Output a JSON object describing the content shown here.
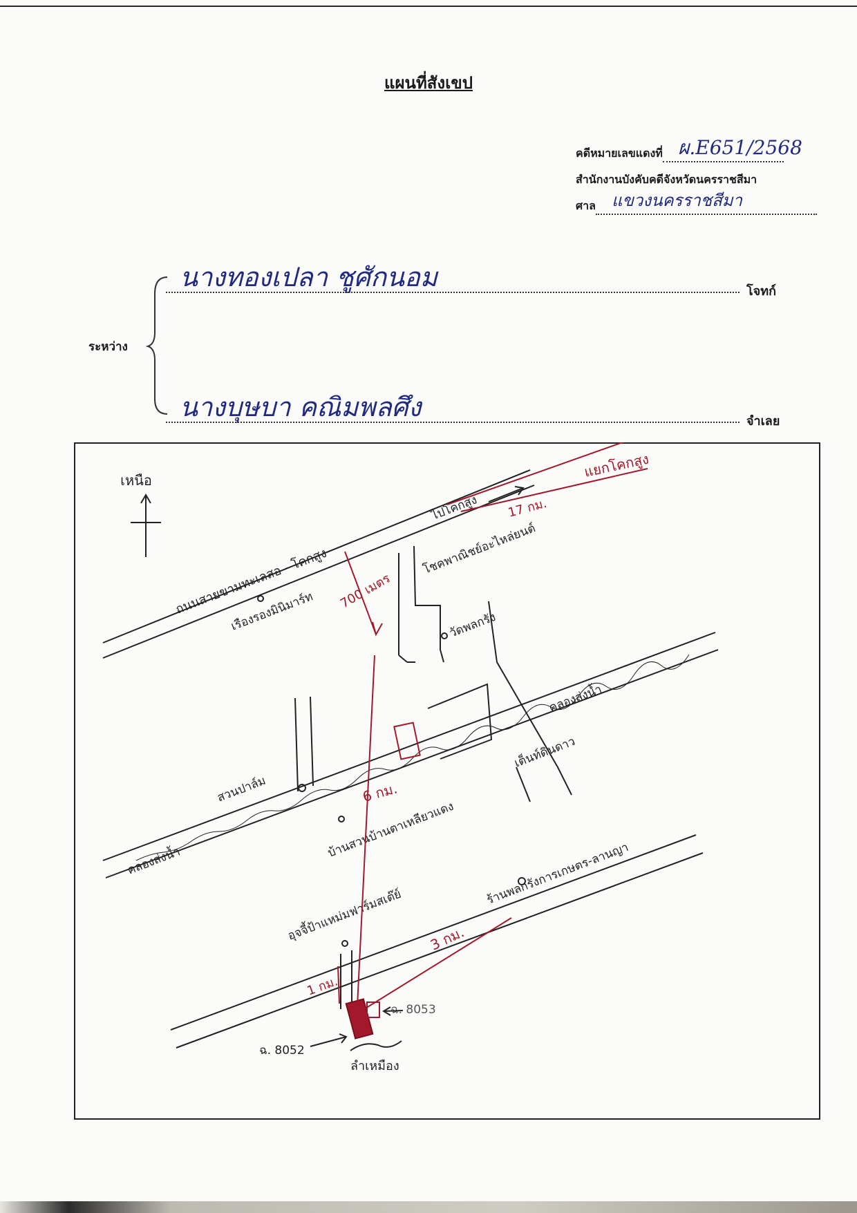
{
  "document": {
    "title": "แผนที่สังเขป",
    "case_number_label": "คดีหมายเลขแดงที่",
    "case_number_value": "ผ.E651/2568",
    "office_label": "สำนักงานบังคับคดีจังหวัดนครราชสีมา",
    "court_label": "ศาล",
    "court_value": "แขวงนครราชสีมา",
    "between_label": "ระหว่าง",
    "plaintiff_name": "นางทองเปลา ชูศักนอม",
    "plaintiff_role": "โจทก์",
    "defendant_name": "นางบุษบา คณิมพลศึง",
    "defendant_role": "จำเลย"
  },
  "map": {
    "north_label": "เหนือ",
    "road_top_label": "ถนนสายขามทะเลสอ - โคกสูง",
    "to_kok_sung_label": "ไปโคกสูง",
    "shop_label": "โชคพาณิชย์อะไหล่ยนต์",
    "dist_17km_label": "17 กม.",
    "start_marker_label": "แยกโคกสูง",
    "dist_700m_label": "700 เมตร",
    "wat_label": "วัดพลกรัง",
    "rueang_label": "เรืองรองมินิมาร์ท",
    "canal_right_label": "คลองส่งน้ำ",
    "canal_left_label": "คลองส่งน้ำ",
    "pond_label": "เต็นท์ดินดาว",
    "garden_label": "สวนปาล์ม",
    "dist_6km_label": "6 กม.",
    "village_label": "บ้านสวนบ้านตาเหลียวแดง",
    "farm_label": "อุจจี้ป้าแหม่มฟาร์มสเต๊ย์",
    "coop_label": "ร้านพลกรังการเกษตร-ลานญา",
    "dist_3km_label": "3 กม.",
    "dist_1km_label": "1 กม.",
    "plot_8052_label": "ฉ. 8052",
    "plot_8053_label": "ฉ. 8053",
    "lam_label": "ลำเหมือง"
  }
}
